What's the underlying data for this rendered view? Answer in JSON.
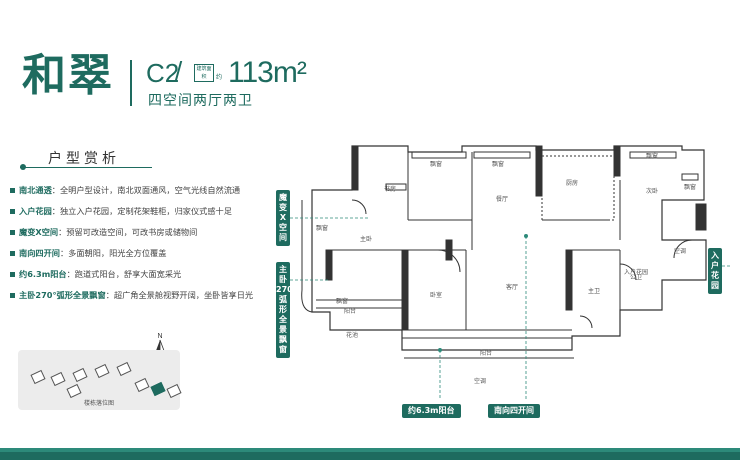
{
  "header": {
    "brand": "和翠",
    "model": "C2",
    "slash": "/",
    "area_tag": "建筑面积",
    "area_about": "约",
    "area": "113m²",
    "subtitle": "四空间两厅两卫"
  },
  "section": {
    "title": "户型赏析"
  },
  "features": [
    {
      "key": "南北通透",
      "val": "：全明户型设计，南北双面通风，空气光线自然流通"
    },
    {
      "key": "入户花园",
      "val": "：独立入户花园，定制花架鞋柜，归家仪式感十足"
    },
    {
      "key": "魔变X空间",
      "val": "：预留可改造空间，可改书房或储物间"
    },
    {
      "key": "南向四开间",
      "val": "：多面朝阳，阳光全方位覆盖"
    },
    {
      "key": "约6.3m阳台",
      "val": "：跑道式阳台，舒享大面宽采光"
    },
    {
      "key": "主卧270°弧形全景飘窗",
      "val": "：超广角全景舱视野开阔，坐卧皆享日光"
    }
  ],
  "siteplan": {
    "caption": "楼栋落位图",
    "compass": "N"
  },
  "plan": {
    "rooms": {
      "master": "主卧",
      "bedroom": "卧室",
      "bedroom2": "次卧",
      "dining": "餐厅",
      "living": "客厅",
      "kitchen": "厨房",
      "study": "书房",
      "balcony": "阳台",
      "balcony2": "阳台",
      "bay1": "飘窗",
      "bay2": "飘窗",
      "bay3": "飘窗",
      "bay4": "飘窗",
      "bay5": "飘窗",
      "bay6": "飘窗",
      "bath": "主卫",
      "bath2": "公卫",
      "garden": "入户花园",
      "ac": "空调",
      "ac2": "空调",
      "railing": "花池"
    },
    "tags": {
      "x_space": "魔变X空间",
      "arc_window": "主卧270°弧形全景飘窗",
      "balcony": "约6.3m阳台",
      "south": "南向四开间",
      "garden": "入户花园"
    }
  },
  "colors": {
    "accent": "#1e6b5f",
    "accent_light": "#2d8a7a"
  }
}
